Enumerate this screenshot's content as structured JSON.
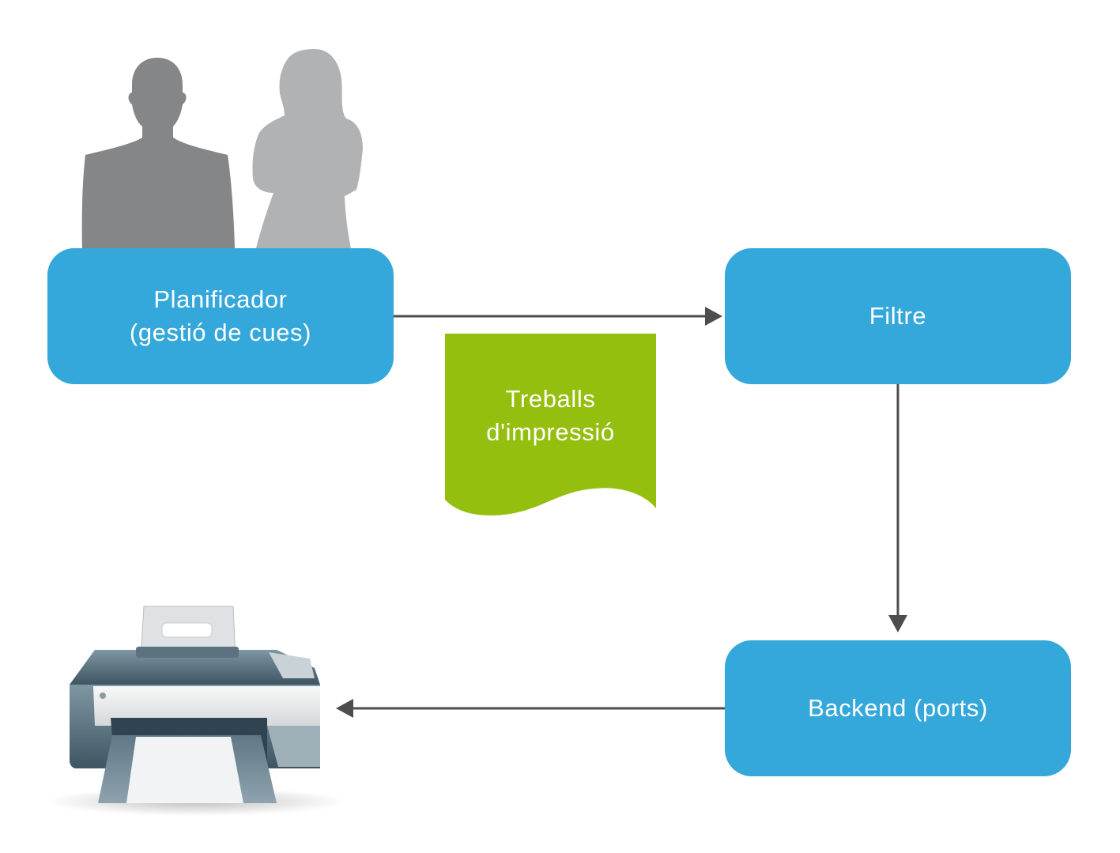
{
  "colors": {
    "node_fill": "#35a8db",
    "document_fill": "#95bf0e",
    "arrow": "#4d4d4d",
    "person_male": "#858687",
    "person_female": "#b1b2b3"
  },
  "nodes": {
    "planificador": {
      "line1": "Planificador",
      "line2": "(gestió de cues)"
    },
    "filtre": {
      "label": "Filtre"
    },
    "backend": {
      "label": "Backend (ports)"
    }
  },
  "document": {
    "line1": "Treballs",
    "line2": "d'impressió"
  },
  "icons": [
    "users-icon",
    "printer-icon"
  ]
}
